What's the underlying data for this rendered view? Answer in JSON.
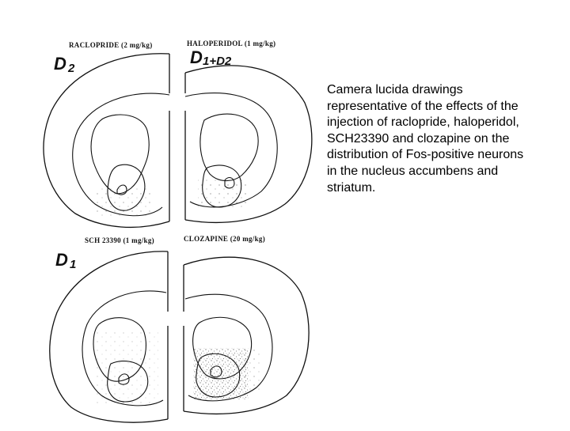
{
  "panels": [
    {
      "label": "RACLOPRIDE (2 mg/kg)",
      "annotation": "D",
      "annotation_sub": "2"
    },
    {
      "label": "HALOPERIDOL (1 mg/kg)",
      "annotation": "D",
      "annotation_sub": "1+D2"
    },
    {
      "label": "SCH 23390 (1 mg/kg)",
      "annotation": "D",
      "annotation_sub": "1"
    },
    {
      "label": "CLOZAPINE (20 mg/kg)",
      "annotation": "",
      "annotation_sub": ""
    }
  ],
  "caption": "Camera lucida drawings representative of the effects of the injection of raclopride, haloperidol, SCH23390 and clozapine on the distribution of Fos-positive neurons in the nucleus accumbens and striatum."
}
